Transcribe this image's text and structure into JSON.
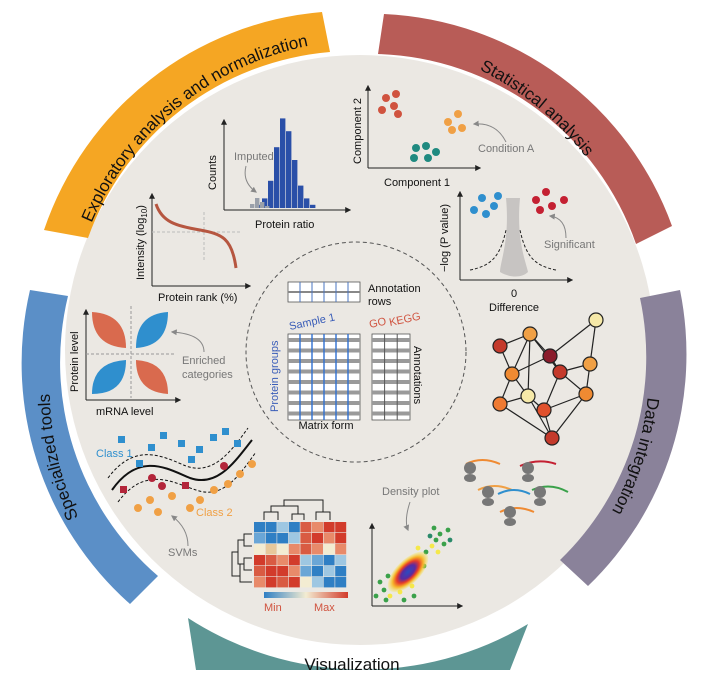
{
  "segments": {
    "exploratory": {
      "label": "Exploratory analysis  and normalization",
      "color": "#f5a623"
    },
    "statistical": {
      "label": "Statistical analysis",
      "color": "#b85c57"
    },
    "integration": {
      "label": "Data integration",
      "color": "#8a829a"
    },
    "visualization": {
      "label": "Visualization",
      "color": "#5d9694"
    },
    "specialized": {
      "label": "Specialized tools",
      "color": "#5b8fc7"
    }
  },
  "center": {
    "annotation_rows": "Annotation",
    "annotation_rows_2": "rows",
    "sample": "Sample 1",
    "go": "GO",
    "kegg": "KEGG",
    "protein_groups": "Protein groups",
    "annotations": "Annotations",
    "matrix_form": "Matrix form"
  },
  "histogram": {
    "ylabel": "Counts",
    "xlabel": "Protein ratio",
    "imputed": "Imputed",
    "bins": [
      0,
      2,
      6,
      17,
      38,
      56,
      48,
      30,
      14,
      6,
      2
    ],
    "imputed_bins": [
      2,
      5,
      3,
      1
    ]
  },
  "pca": {
    "ylabel": "Component 2",
    "xlabel": "Component 1",
    "annotation": "Condition A"
  },
  "rank": {
    "ylabel": "Intensity (log",
    "ylabel_sub": "10",
    "ylabel_end": ")",
    "xlabel": "Protein rank (%)"
  },
  "volcano": {
    "ylabel": "−log (P value)",
    "xlabel": "Difference",
    "zero": "0",
    "annotation": "Significant"
  },
  "quad": {
    "ylabel": "Protein level",
    "xlabel": "mRNA level",
    "annotation_1": "Enriched",
    "annotation_2": "categories"
  },
  "svm": {
    "class1": "Class 1",
    "class2": "Class 2",
    "label": "SVMs"
  },
  "heatmap": {
    "min": "Min",
    "max": "Max"
  },
  "density": {
    "label": "Density plot"
  },
  "colors": {
    "ring_bg": "#ebe8e3",
    "blue": "#2f8fce",
    "red": "#d0533f",
    "orange": "#f0a045",
    "teal": "#1f8a80",
    "dark_blue": "#24499c"
  }
}
